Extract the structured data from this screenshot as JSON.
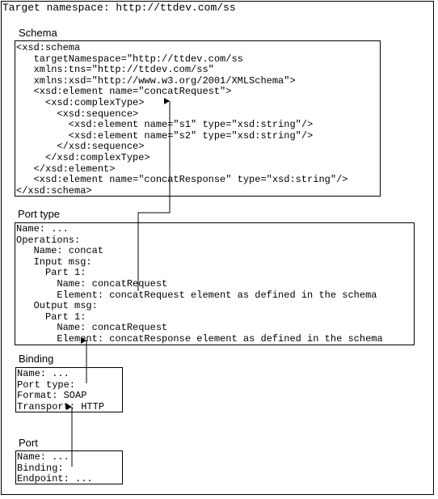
{
  "target_namespace": "Target namespace: http://ttdev.com/ss",
  "sections": {
    "schema": {
      "title": "Schema",
      "lines": [
        "<xsd:schema",
        "   targetNamespace=\"http://ttdev.com/ss",
        "   xmlns:tns=\"http://ttdev.com/ss\"",
        "   xmlns:xsd=\"http://www.w3.org/2001/XMLSchema\">",
        "   <xsd:element name=\"concatRequest\">",
        "     <xsd:complexType>",
        "       <xsd:sequence>",
        "         <xsd:element name=\"s1\" type=\"xsd:string\"/>",
        "         <xsd:element name=\"s2\" type=\"xsd:string\"/>",
        "       </xsd:sequence>",
        "     </xsd:complexType>",
        "   </xsd:element>",
        "   <xsd:element name=\"concatResponse\" type=\"xsd:string\"/>",
        "</xsd:schema>"
      ]
    },
    "port_type": {
      "title": "Port type",
      "lines": [
        "Name: ...",
        "Operations:",
        "   Name: concat",
        "   Input msg:",
        "     Part 1:",
        "       Name: concatRequest",
        "       Element: concatRequest element as defined in the schema",
        "   Output msg:",
        "     Part 1:",
        "       Name: concatRequest",
        "       Element: concatResponse element as defined in the schema"
      ]
    },
    "binding": {
      "title": "Binding",
      "lines": [
        "Name: ...",
        "Port type:",
        "Format: SOAP",
        "Transport: HTTP"
      ]
    },
    "port": {
      "title": "Port",
      "lines": [
        "Name: ...",
        "Binding:",
        "Endpoint: ..."
      ]
    }
  },
  "colors": {
    "stroke": "#000000",
    "background": "#ffffff"
  }
}
